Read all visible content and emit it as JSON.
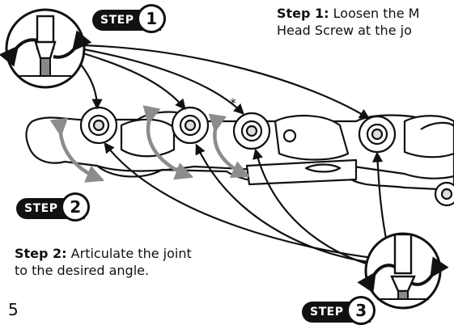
{
  "steps": [
    {
      "badge": "STEP",
      "number": "1",
      "label": "Step 1:",
      "text_line1": " Loosen the M",
      "text_line2": "Head Screw at the jo"
    },
    {
      "badge": "STEP",
      "number": "2",
      "label": "Step 2:",
      "text_line1": " Articulate the joint",
      "text_line2": "to the desired angle."
    },
    {
      "badge": "STEP",
      "number": "3"
    }
  ],
  "marker": "*",
  "page_number": "5",
  "colors": {
    "ink": "#111111",
    "arrow_gray": "#8c8c8c",
    "background": "#ffffff"
  }
}
